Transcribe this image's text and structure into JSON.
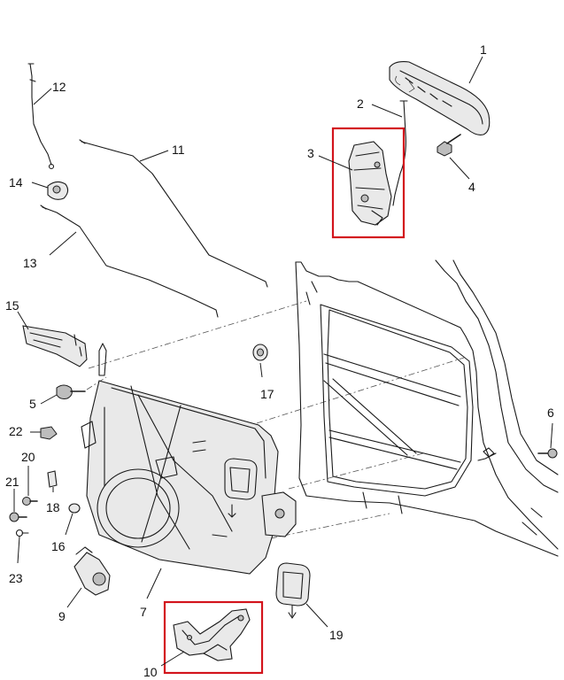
{
  "callouts": {
    "c1": "1",
    "c2": "2",
    "c3": "3",
    "c4": "4",
    "c5": "5",
    "c6": "6",
    "c7": "7",
    "c9": "9",
    "c10": "10",
    "c11": "11",
    "c12": "12",
    "c13": "13",
    "c14": "14",
    "c15": "15",
    "c16": "16",
    "c17": "17",
    "c18": "18",
    "c19": "19",
    "c20": "20",
    "c21": "21",
    "c22": "22",
    "c23": "23"
  },
  "highlight_color": "#d3141c",
  "highlighted_parts": [
    "3",
    "10"
  ]
}
